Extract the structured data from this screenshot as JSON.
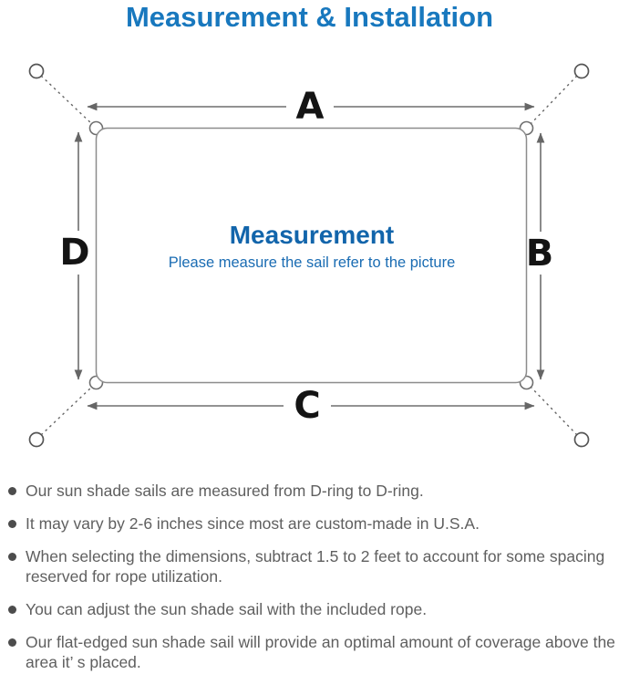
{
  "title": "Measurement & Installation",
  "diagram": {
    "labels": {
      "top": "A",
      "right": "B",
      "bottom": "C",
      "left": "D"
    },
    "center_title": "Measurement",
    "center_subtitle": "Please measure the sail refer to the picture"
  },
  "colors": {
    "title_blue": "#1878be",
    "center_title_blue": "#1265ab",
    "center_subtitle_blue": "#1a6cb3",
    "diagram_line_gray": "#6e6e6e",
    "label_black": "#141414",
    "body_text_gray": "#5f5f5f",
    "bullet_dot_gray": "#4c4c4c"
  },
  "bullets": [
    "Our sun shade sails are measured from D-ring to D-ring.",
    "It may vary by 2-6 inches since most are custom-made in U.S.A.",
    "When selecting the dimensions, subtract 1.5 to 2 feet to account for some spacing reserved for rope utilization.",
    "You can adjust the sun shade sail with the included rope.",
    "Our flat-edged sun shade sail will provide an optimal amount of coverage above the area it’ s placed."
  ]
}
